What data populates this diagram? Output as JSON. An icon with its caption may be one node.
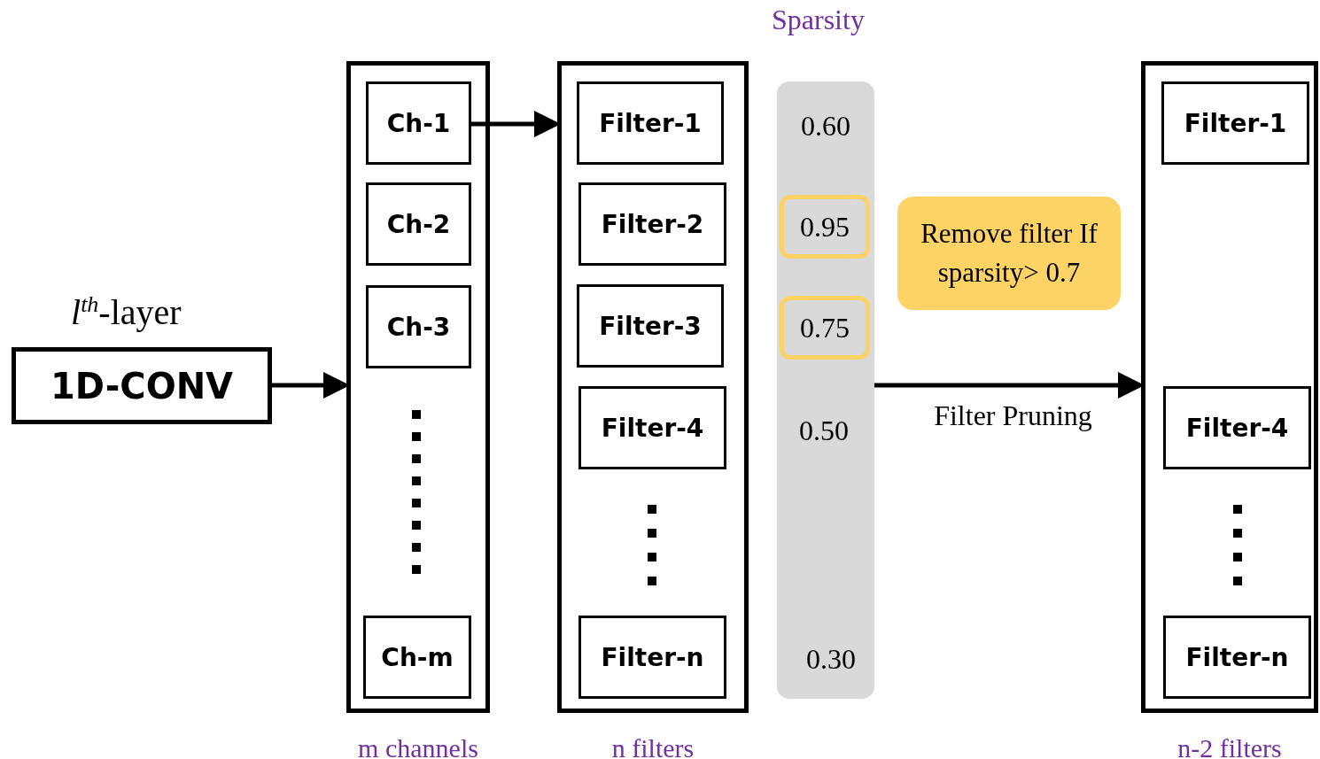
{
  "diagram": {
    "nodes": [
      {
        "text": [
          "*l*$^{th}$-layer",
          "1D-CONV"
        ]
      },
      {
        "text": [],
        "shape": "box",
        "beside": [
          "m channels"
        ]
      },
      {
        "text": [
          "Ch-1"
        ],
        "in": 1
      },
      {
        "text": [
          "Ch-2"
        ],
        "in": 1
      },
      {
        "text": [
          "Ch-3"
        ],
        "in": 1
      },
      {
        "text": [
          "Ch-m"
        ],
        "in": 1
      },
      {
        "text": [],
        "shape": "box",
        "beside": [
          "n filters"
        ]
      },
      {
        "text": [
          "Filter-1"
        ],
        "in": 6
      },
      {
        "text": [
          "Filter-2"
        ],
        "in": 6
      },
      {
        "text": [
          "Filter-3"
        ],
        "in": 6
      },
      {
        "text": [
          "Filter-4"
        ],
        "in": 6
      },
      {
        "text": [
          "Filter-n"
        ],
        "in": 6
      },
      {
        "text": [
          "Sparsity"
        ]
      },
      {
        "text": [
          "0.60"
        ],
        "in": 12
      },
      {
        "text": [
          "0.95"
        ],
        "in": 12
      },
      {
        "text": [
          "0.75"
        ],
        "in": 12
      },
      {
        "text": [
          "0.50"
        ],
        "in": 12
      },
      {
        "text": [
          "0.30"
        ],
        "in": 12
      },
      {
        "text": [
          "Remove filter If sparsity> 0.7"
        ]
      },
      {
        "text": [],
        "shape": "box",
        "beside": [
          "n-2 filters"
        ]
      },
      {
        "text": [
          "Filter-1"
        ],
        "in": 19
      },
      {
        "text": [
          "Filter-4"
        ],
        "in": 19
      },
      {
        "text": [
          "Filter-n"
        ],
        "in": 19
      }
    ],
    "edges": [
      {
        "from": 0,
        "to": 1,
        "arrow": "to"
      },
      {
        "from": 2,
        "to": 6,
        "arrow": "to"
      },
      {
        "from": 12,
        "to": 19,
        "arrow": "to",
        "label": "Filter Pruning"
      }
    ]
  }
}
